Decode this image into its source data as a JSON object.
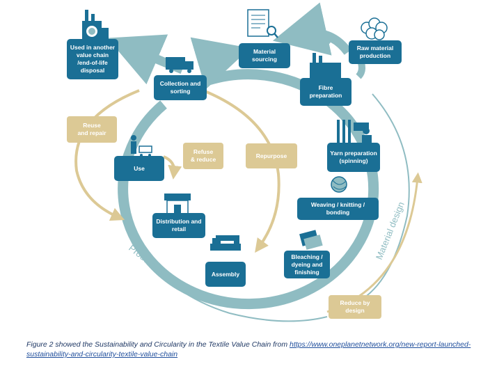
{
  "stages": {
    "material_sourcing": "Material\nsourcing",
    "raw_material": "Raw material\nproduction",
    "fibre": "Fibre\npreparation",
    "yarn": "Yarn preparation\n(spinning)",
    "weaving": "Weaving / knitting / bonding",
    "bleaching": "Bleaching /\ndyeing and\nfinishing",
    "assembly": "Assembly",
    "distribution": "Distribution and\nretail",
    "use": "Use",
    "collection": "Collection and\nsorting",
    "end_of_life": "Used in another\nvalue chain\n/end-of-life\ndisposal"
  },
  "loops": {
    "reuse": "Reuse\nand repair",
    "refuse": "Refuse\n& reduce",
    "repurpose": "Repurpose",
    "reduce_design": "Reduce by\ndesign"
  },
  "arc_labels": {
    "product_design": "Product design",
    "material_design": "Material design"
  },
  "caption": {
    "text": "Figure 2 showed the Sustainability and Circularity in the Textile Value Chain from ",
    "link": "https://www.oneplanetnetwork.org/new-report-launched-sustainability-and-circularity-textile-value-chain"
  },
  "colors": {
    "main_cycle": "#8fbcc2",
    "box": "#1a6f95",
    "loop": "#dcc995",
    "arc_text": "#8fbcc2"
  },
  "icons": [
    "factory-icon",
    "truck-icon",
    "document-search-icon",
    "cotton-icon",
    "fibre-factory-icon",
    "spinning-icon",
    "yarn-ball-icon",
    "fabric-icon",
    "sewing-machine-icon",
    "shop-icon",
    "shopper-icon"
  ]
}
